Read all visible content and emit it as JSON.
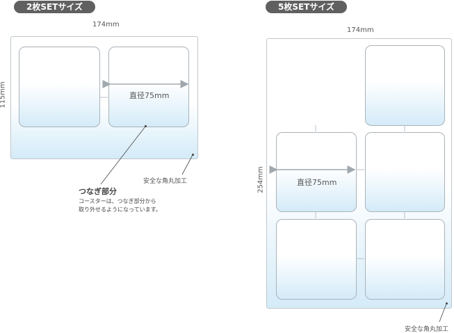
{
  "two_set": {
    "badge": "2枚SETサイズ",
    "width_label": "174mm",
    "height_label": "115mm",
    "diameter_label": "直径75mm",
    "corner_label": "安全な角丸加工",
    "joint_title": "つなぎ部分",
    "joint_desc_line1": "コースターは、つなぎ部分から",
    "joint_desc_line2": "取り外せるようになっています。"
  },
  "five_set": {
    "badge": "5枚SETサイズ",
    "width_label": "174mm",
    "height_label": "254mm",
    "diameter_label": "直径75mm",
    "corner_label": "安全な角丸加工"
  },
  "colors": {
    "badge_bg": "#606060",
    "sheet_border": "#bfc7cc",
    "gradient_blue": "#d4ebf8",
    "arrow": "#a0a8ae"
  }
}
